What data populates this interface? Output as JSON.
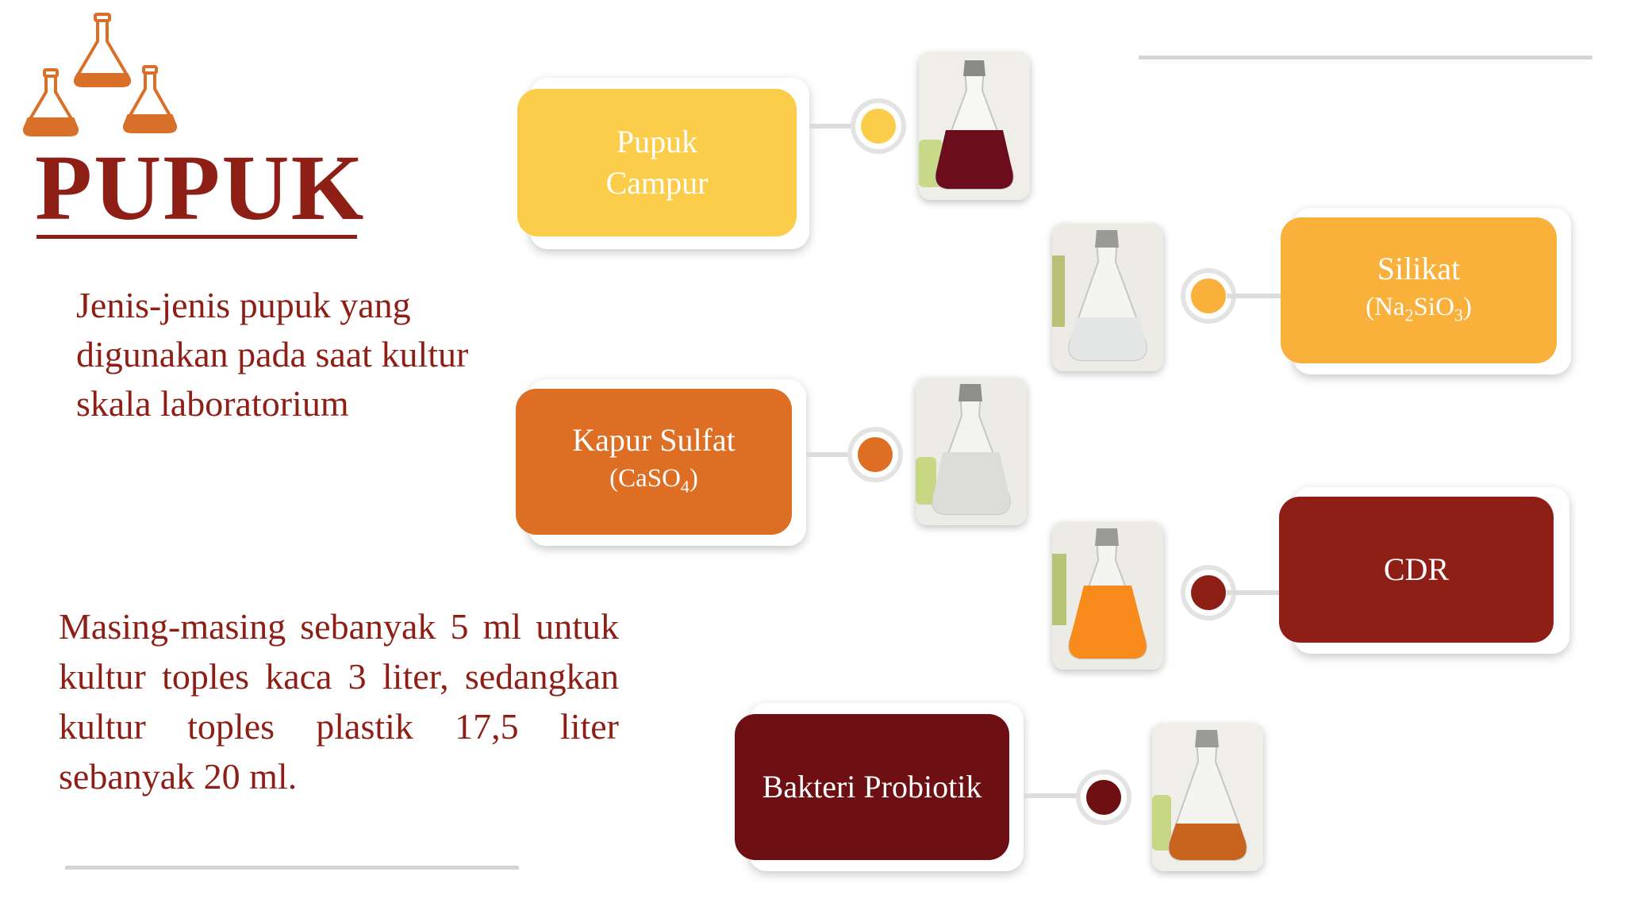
{
  "title": "PUPUK",
  "subtitle": "Jenis-jenis pupuk yang digunakan pada saat kultur skala laboratorium",
  "note": "Masing-masing sebanyak 5 ml untuk kultur toples kaca 3 liter, sedangkan kultur toples plastik 17,5 liter sebanyak 20 ml.",
  "colors": {
    "title": "#8e1f16",
    "pupuk_campur": "#fbcd4a",
    "silikat": "#f9b13b",
    "kapur_sulfat": "#dd6e24",
    "cdr": "#8e1f16",
    "bakteri": "#6e0f14"
  },
  "items": [
    {
      "name": "Pupuk",
      "name2": "Campur",
      "sub_prefix": "",
      "sub": "",
      "liquid": "dark-red"
    },
    {
      "name": "Silikat",
      "name2": "",
      "sub_prefix": "(Na",
      "sub_mid": "SiO",
      "sub_suffix": ")",
      "sub_2": "2",
      "sub_3": "3",
      "liquid": "clear"
    },
    {
      "name": "Kapur Sulfat",
      "name2": "",
      "sub_prefix": "(CaSO",
      "sub_4": "4",
      "sub_suffix": ")",
      "liquid": "cloudy"
    },
    {
      "name": "CDR",
      "name2": "",
      "liquid": "orange"
    },
    {
      "name": "Bakteri Probiotik",
      "name2": "",
      "liquid": "amber"
    }
  ],
  "icons": [
    "flask-icon",
    "flask-icon",
    "flask-icon"
  ]
}
